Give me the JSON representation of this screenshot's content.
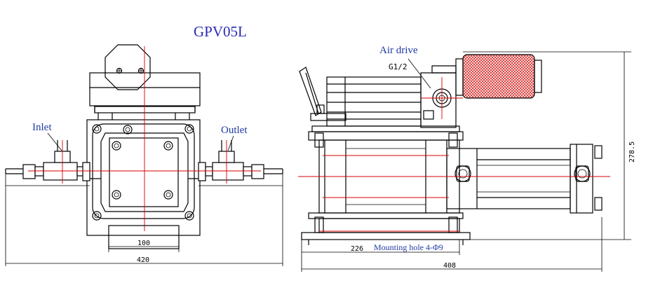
{
  "title": "GPV05L",
  "labels": {
    "inlet": "Inlet",
    "outlet": "Outlet",
    "air_drive": "Air drive",
    "port_size": "G1/2",
    "mounting_hole": "Mounting hole 4-Φ9"
  },
  "dimensions": {
    "front_base_width": "100",
    "front_overall_width": "420",
    "side_base_length": "226",
    "side_overall_length": "408",
    "side_height": "278.5"
  },
  "colors": {
    "title": "#2a2ab5",
    "label": "#1f3aa3",
    "centerline": "#d40000",
    "filter": "#e03030"
  }
}
